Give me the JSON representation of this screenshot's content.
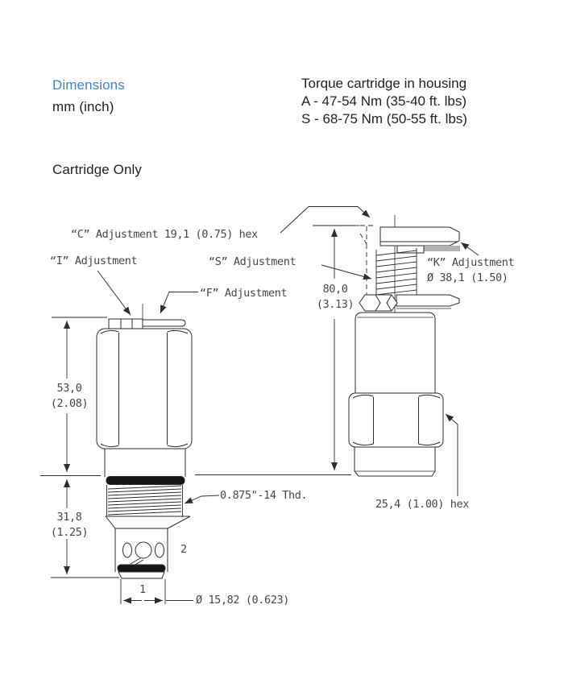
{
  "header": {
    "dimensions_label": "Dimensions",
    "units_label": "mm (inch)",
    "torque_title": "Torque cartridge in housing",
    "torque_line_a": "A - 47-54 Nm (35-40 ft. lbs)",
    "torque_line_s": "S - 68-75 Nm (50-55 ft. lbs)",
    "section_title": "Cartridge Only"
  },
  "colors": {
    "accent_blue": "#4285bf",
    "text_dark": "#232323",
    "drawing_line": "#2d2d2d",
    "drawing_text": "#474747"
  },
  "drawing": {
    "labels": {
      "c_adjustment": "“C” Adjustment 19,1 (0.75) hex",
      "i_adjustment": "“I” Adjustment",
      "s_adjustment": "“S” Adjustment",
      "f_adjustment": "“F” Adjustment",
      "k_adjustment": "“K” Adjustment",
      "k_diameter": "Ø 38,1 (1.50)",
      "thread_callout": "0.875\"-14 Thd.",
      "hex_flats": "25,4 (1.00) hex",
      "nose_diameter": "Ø 15,82 (0.623)"
    },
    "ports": {
      "side_port": "2",
      "nose_port": "1"
    },
    "dims": {
      "d53": {
        "mm": "53,0",
        "inch": "(2.08)"
      },
      "d31": {
        "mm": "31,8",
        "inch": "(1.25)"
      },
      "d80": {
        "mm": "80,0",
        "inch": "(3.13)"
      }
    }
  }
}
